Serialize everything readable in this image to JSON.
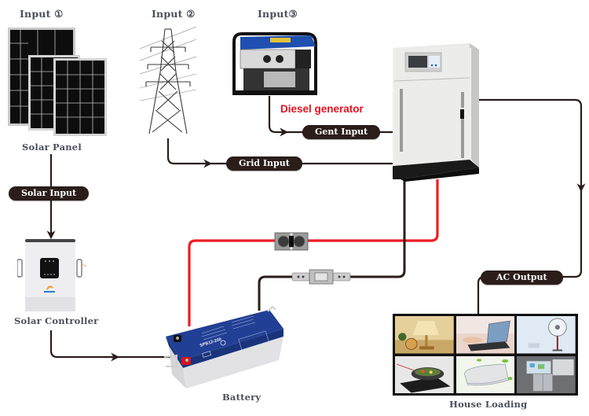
{
  "title": "Solar hybrid power system wiring diagram",
  "inputs": {
    "solar": {
      "heading": "Input ①",
      "caption": "Solar Panel",
      "icon": "solar-panel-icon"
    },
    "grid": {
      "heading": "Input ②",
      "icon": "power-tower-icon"
    },
    "generator": {
      "heading": "Input③",
      "caption": "Diesel generator",
      "icon": "generator-icon"
    }
  },
  "links": {
    "solar_input": "Solar Input",
    "gent_input": "Gent Input",
    "grid_input": "Grid Input",
    "ac_output": "AC Output"
  },
  "devices": {
    "controller": {
      "caption": "Solar Controller",
      "icon": "solar-controller-icon"
    },
    "inverter": {
      "icon": "inverter-cabinet-icon"
    },
    "battery": {
      "caption": "Battery",
      "model": "SPB12-200",
      "icon": "battery-icon"
    },
    "positive_fuse": {
      "icon": "fuse-icon"
    },
    "negative_fuse": {
      "icon": "fuse-holder-icon"
    }
  },
  "house_loading": {
    "caption": "House Loading",
    "appliances": [
      "Table lamp",
      "Laptop",
      "Electric fan",
      "Induction cooker",
      "Air conditioner",
      "Refrigerator"
    ]
  },
  "colors": {
    "wire_dark": "#2b1d1a",
    "wire_positive": "#ee1c24",
    "label_pill": "#2b1d1a",
    "caption_text": "#4a4f5c",
    "generator_label": "#e8101d",
    "battery_blue": "#213f94",
    "generator_blue": "#1f4fb0"
  }
}
